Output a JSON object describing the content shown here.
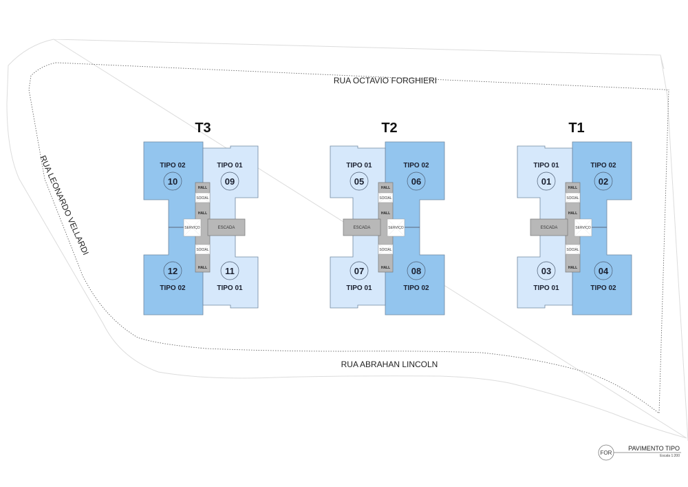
{
  "colors": {
    "tipo01_fill": "#d6e8fb",
    "tipo02_fill": "#93c5ee",
    "outline": "#6f86a0",
    "core_fill": "#b8b8b8",
    "core_stroke": "#777777",
    "white_room": "#ffffff"
  },
  "streets": {
    "north": "RUA OCTAVIO FORGHIERI",
    "south": "RUA ABRAHAN LINCOLN",
    "west": "RUA LEONARDO VELLARDI"
  },
  "core_labels": {
    "hall": "HALL",
    "social": "SOCIAL",
    "servico": "SERVIÇO",
    "escada": "ESCADA"
  },
  "towers": [
    {
      "name": "T3",
      "units": [
        {
          "number": "10",
          "tipo": "TIPO 02"
        },
        {
          "number": "09",
          "tipo": "TIPO 01"
        },
        {
          "number": "12",
          "tipo": "TIPO 02"
        },
        {
          "number": "11",
          "tipo": "TIPO 01"
        }
      ]
    },
    {
      "name": "T2",
      "units": [
        {
          "number": "05",
          "tipo": "TIPO 01"
        },
        {
          "number": "06",
          "tipo": "TIPO 02"
        },
        {
          "number": "07",
          "tipo": "TIPO 01"
        },
        {
          "number": "08",
          "tipo": "TIPO 02"
        }
      ]
    },
    {
      "name": "T1",
      "units": [
        {
          "number": "01",
          "tipo": "TIPO 01"
        },
        {
          "number": "02",
          "tipo": "TIPO 02"
        },
        {
          "number": "03",
          "tipo": "TIPO 01"
        },
        {
          "number": "04",
          "tipo": "TIPO 02"
        }
      ]
    }
  ],
  "legend": {
    "code": "FOR",
    "title": "PAVIMENTO TIPO",
    "scale": "Escala 1:200"
  }
}
